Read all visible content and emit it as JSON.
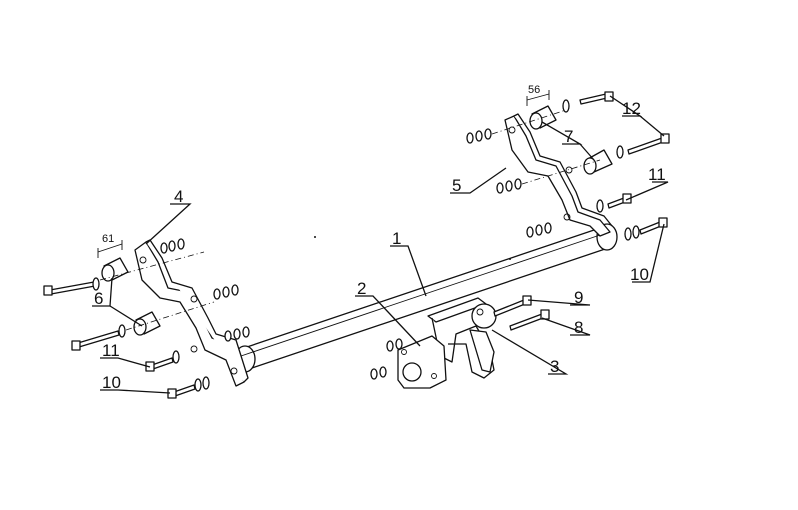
{
  "diagram": {
    "labels": {
      "l1": "1",
      "l2": "2",
      "l3": "3",
      "l4": "4",
      "l5": "5",
      "l6": "6",
      "l7": "7",
      "l8": "8",
      "l9": "9",
      "l10a": "10",
      "l10b": "10",
      "l11a": "11",
      "l11b": "11",
      "l12": "12"
    },
    "dimensions": {
      "left_width": "61",
      "right_width": "56"
    }
  }
}
